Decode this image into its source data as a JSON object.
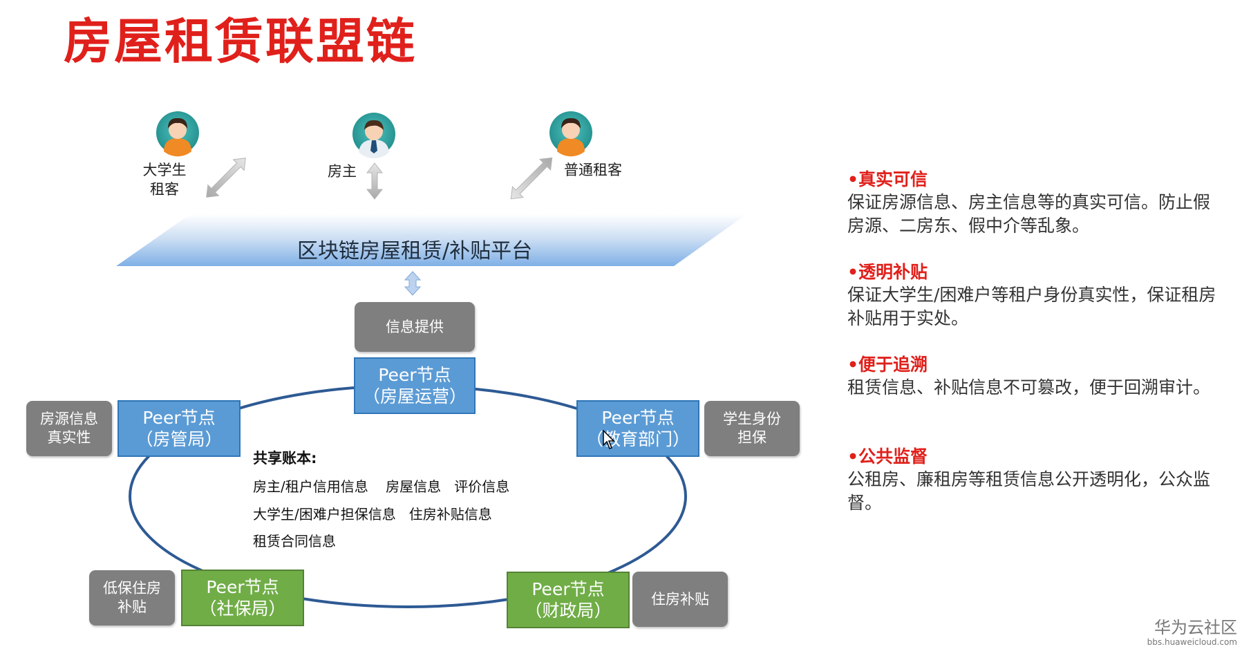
{
  "title": "房屋租赁联盟链",
  "users": [
    {
      "name": "大学生\n租客",
      "avatar": "student-avatar"
    },
    {
      "name": "房主",
      "avatar": "landlord-avatar"
    },
    {
      "name": "普通租客",
      "avatar": "tenant-avatar"
    }
  ],
  "platform": "区块链房屋租赁/补贴平台",
  "info_box": "信息提供",
  "peers": {
    "housing_ops": {
      "line1": "Peer节点",
      "line2": "（房屋运营）"
    },
    "housing_bureau": {
      "line1": "Peer节点",
      "line2": "（房管局）"
    },
    "education": {
      "line1": "Peer节点",
      "line2": "（教育部门）"
    },
    "social_security": {
      "line1": "Peer节点",
      "line2": "（社保局）"
    },
    "finance": {
      "line1": "Peer节点",
      "line2": "（财政局）"
    }
  },
  "side_boxes": {
    "housing_bureau": "房源信息\n真实性",
    "education": "学生身份\n担保",
    "social_security": "低保住房\n补贴",
    "finance": "住房补贴"
  },
  "ledger": {
    "title": "共享账本:",
    "lines": [
      "房主/租户信用信息    房屋信息   评价信息",
      "大学生/困难户担保信息   住房补贴信息",
      "租赁合同信息"
    ]
  },
  "features": [
    {
      "heading": "•真实可信",
      "body": "保证房源信息、房主信息等的真实可信。防止假房源、二房东、假中介等乱象。"
    },
    {
      "heading": "•透明补贴",
      "body": "保证大学生/困难户等租户身份真实性，保证租房补贴用于实处。"
    },
    {
      "heading": "•便于追溯",
      "body": "租赁信息、补贴信息不可篡改，便于回溯审计。"
    },
    {
      "heading": "•公共监督",
      "body": "公租房、廉租房等租赁信息公开透明化，公众监督。"
    }
  ],
  "watermark": {
    "brand": "华为云社区",
    "url": "bbs.huaweicloud.com"
  },
  "colors": {
    "title": "#e0201b",
    "peer_blue": "#5b9bd5",
    "peer_green": "#70ad47",
    "gray_box": "#7f7f7f",
    "ring": "#2e5a94"
  }
}
